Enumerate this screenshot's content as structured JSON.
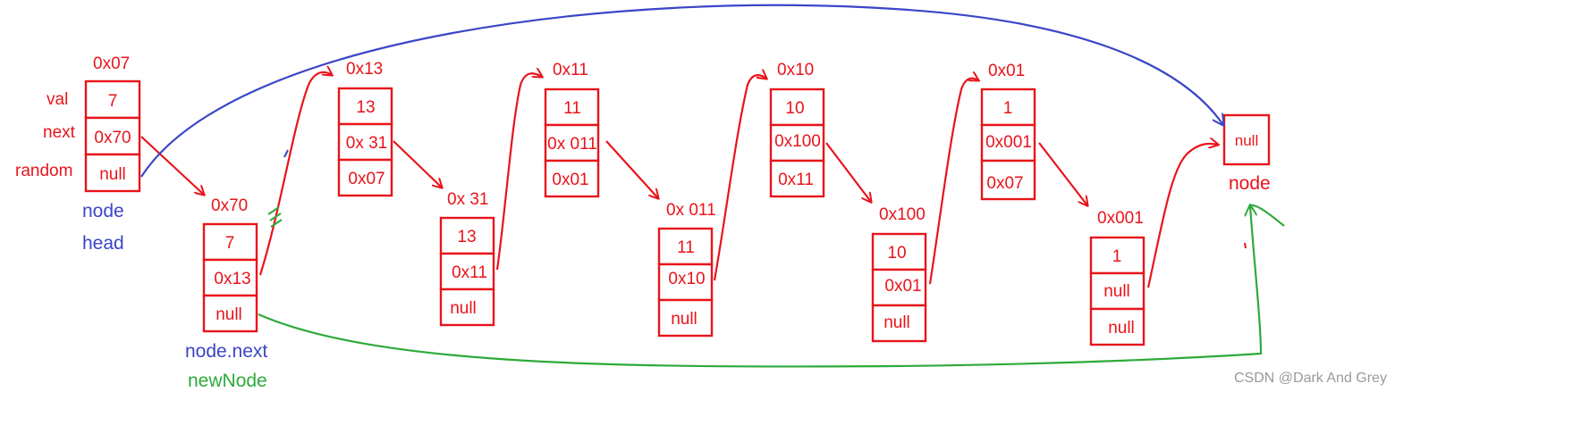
{
  "colors": {
    "red": "#e8141b",
    "blue": "#3b45c8",
    "green": "#2eaa3a"
  },
  "field_labels": [
    "val",
    "next",
    "random"
  ],
  "nodes": [
    {
      "id": "n0",
      "address": "0x07",
      "cells": [
        "7",
        "0x70",
        "null"
      ]
    },
    {
      "id": "n1",
      "address": "0x70",
      "cells": [
        "7",
        "0x13",
        "null"
      ]
    },
    {
      "id": "n2",
      "address": "0x13",
      "cells": [
        "13",
        "0x 31",
        "0x07"
      ]
    },
    {
      "id": "n3",
      "address": "0x 31",
      "cells": [
        "13",
        "0x11",
        "null"
      ]
    },
    {
      "id": "n4",
      "address": "0x11",
      "cells": [
        "11",
        "0x 011",
        "0x01"
      ]
    },
    {
      "id": "n5",
      "address": "0x 011",
      "cells": [
        "11",
        "0x10",
        "null"
      ]
    },
    {
      "id": "n6",
      "address": "0x10",
      "cells": [
        "10",
        "0x100",
        "0x11"
      ]
    },
    {
      "id": "n7",
      "address": "0x100",
      "cells": [
        "10",
        "0x01",
        "null"
      ]
    },
    {
      "id": "n8",
      "address": "0x01",
      "cells": [
        "1",
        "0x001",
        "0x07"
      ]
    },
    {
      "id": "n9",
      "address": "0x001",
      "cells": [
        "1",
        "null",
        "null"
      ]
    },
    {
      "id": "n10",
      "address": "",
      "cells": [
        "null"
      ]
    }
  ],
  "labels": {
    "node_label": "node",
    "head_label": "head",
    "node_next_label": "node.next",
    "new_node_label": "newNode",
    "tail_node_label": "node"
  },
  "watermark": "CSDN @Dark And Grey"
}
